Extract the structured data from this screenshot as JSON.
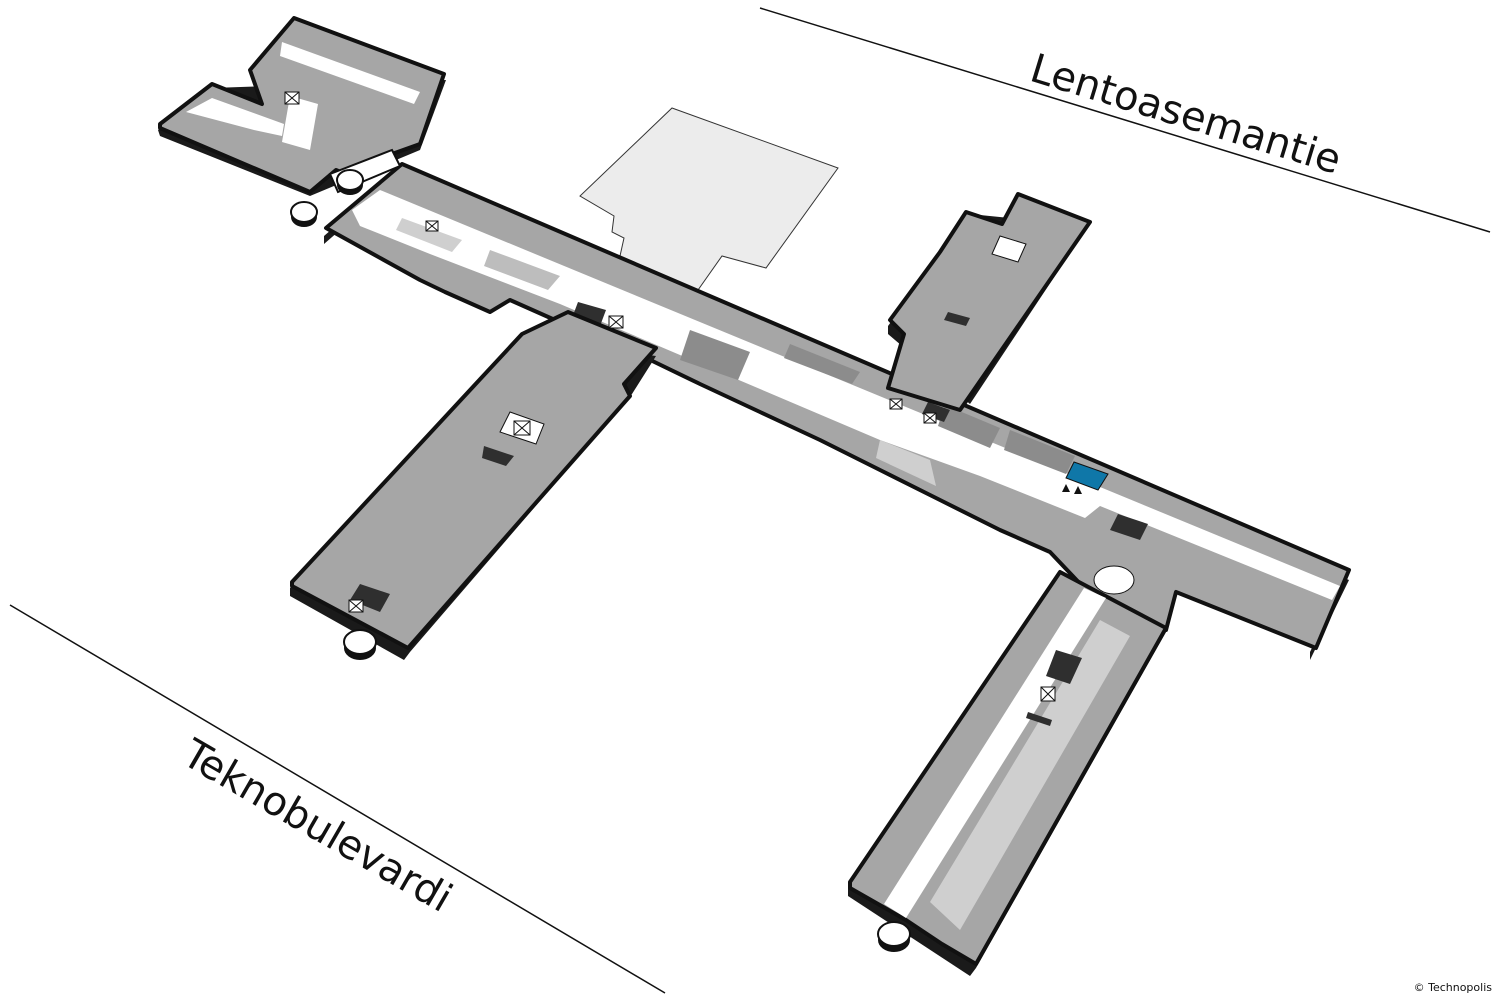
{
  "map": {
    "streets": [
      {
        "id": "north",
        "label": "Lentoasemantie"
      },
      {
        "id": "south",
        "label": "Teknobulevardi"
      }
    ],
    "highlight": {
      "label": "",
      "color": "#0f77a8"
    },
    "copyright": "© Technopolis"
  },
  "colors": {
    "room": "#a6a6a6",
    "room_dark": "#8c8c8c",
    "light_room": "#cfcfcf",
    "corridor": "#ffffff",
    "outline": "#111111",
    "neighbor": "#ececec",
    "service": "#2f2f2f",
    "highlight": "#0f77a8",
    "street_line": "#111111"
  },
  "icons": [
    "elevator-icon",
    "stairs-icon",
    "door-icon",
    "location-marker-icon"
  ]
}
